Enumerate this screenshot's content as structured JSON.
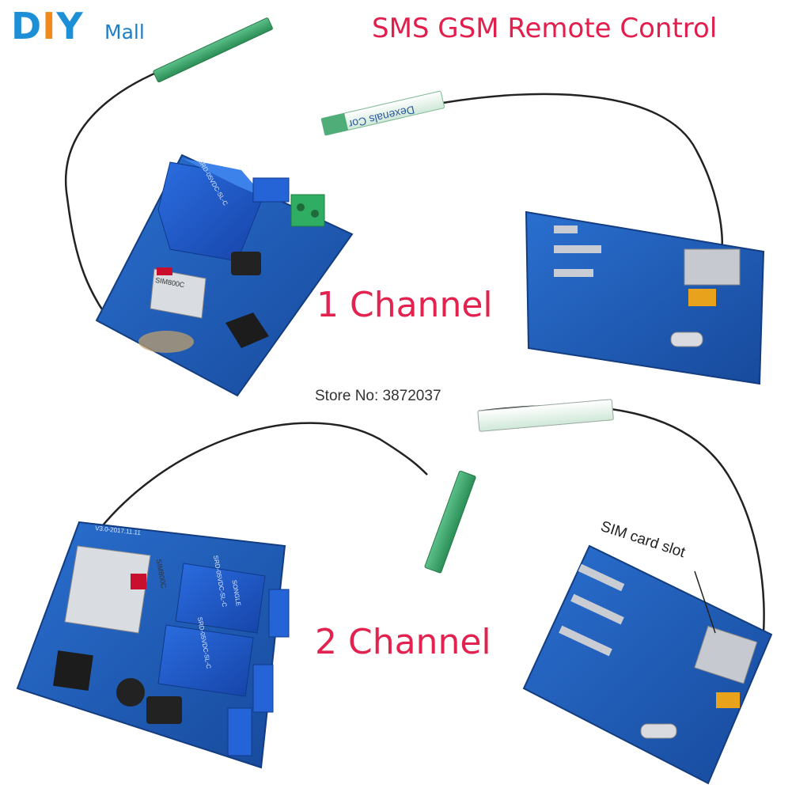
{
  "logo": {
    "letters": "DIY",
    "suffix": "Mall"
  },
  "title": "SMS GSM Remote Control",
  "labels": {
    "one_channel": "1 Channel",
    "two_channel": "2 Channel",
    "store": "Store No: 3872037",
    "sim_slot": "SIM card slot"
  },
  "board_text": {
    "module_1ch": "SIM800C",
    "module_2ch": "SIM800C",
    "relay_1ch": "SRD-05VDC-SL-C",
    "relay_2ch_a": "SRD-05VDC-SL-C",
    "relay_2ch_b": "SRD-05VDC-SL-C",
    "relay_brand": "SONGLE",
    "antenna_label": "Dexenals Cor",
    "version_2ch": "V3.0-2017.11.11"
  },
  "colors": {
    "brand_red": "#e2224f",
    "pcb_blue": "#1f5fb4",
    "antenna_green": "#2e9a5a",
    "relay_blue": "#1a56c4"
  }
}
